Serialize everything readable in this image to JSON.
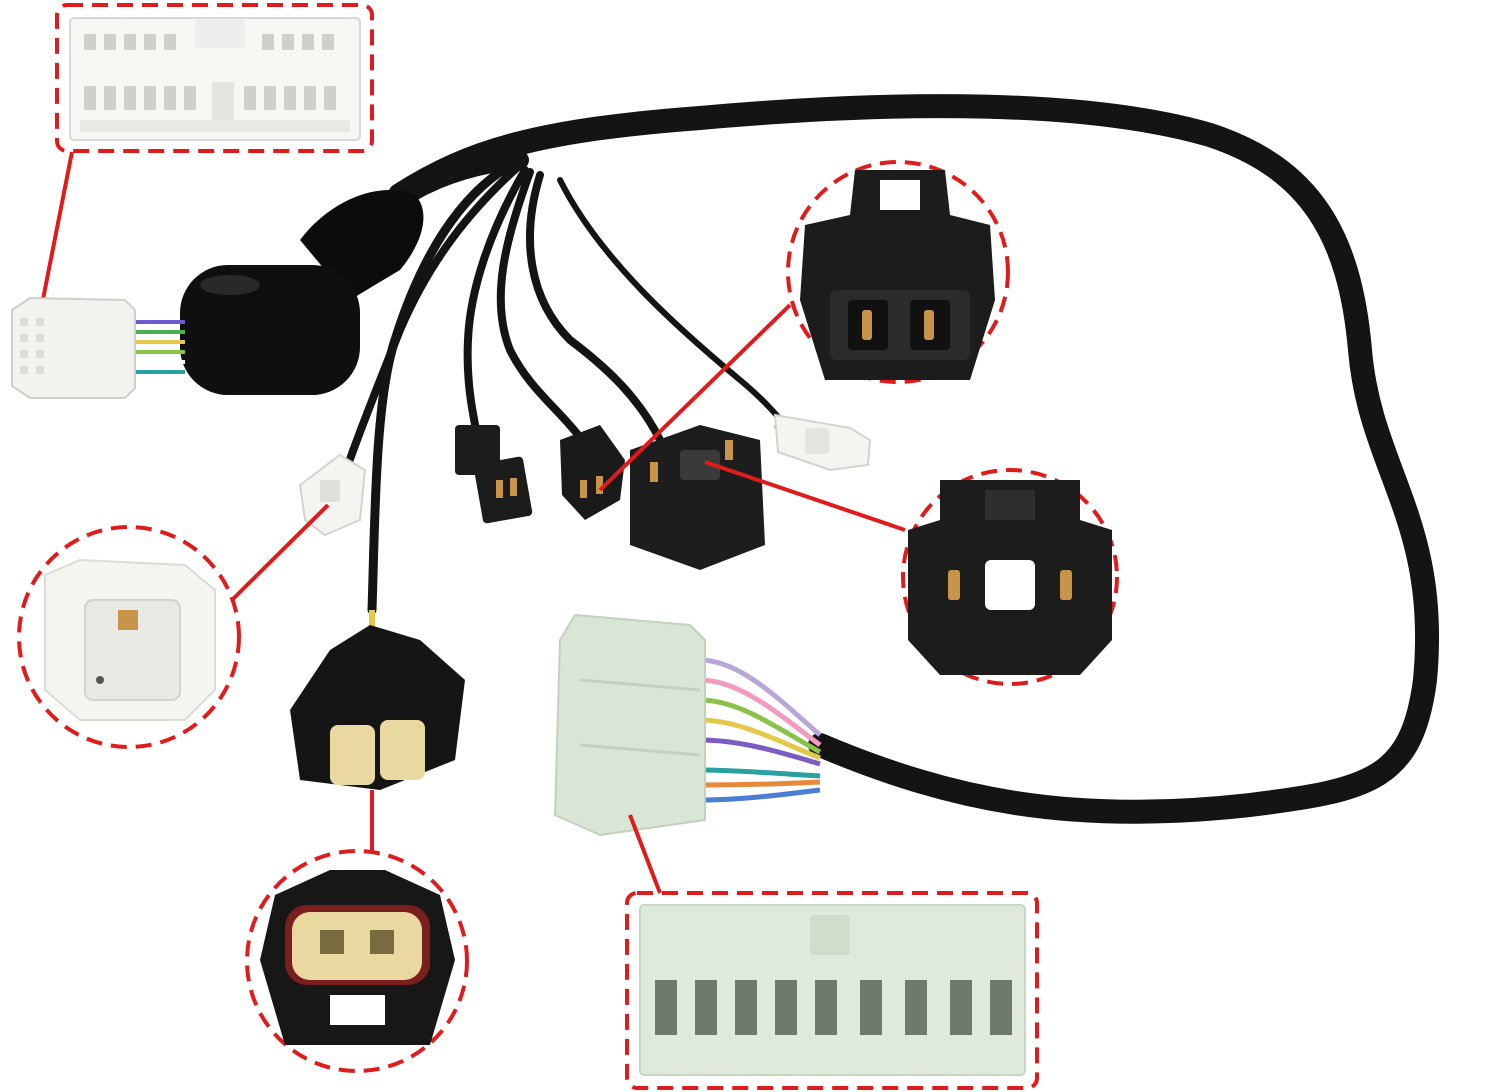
{
  "colors": {
    "background": "#ffffff",
    "callout_red": "#e01b1b",
    "wire_black": "#141414",
    "connector_black": "#1c1c1c",
    "connector_white": "#f4f4f0",
    "connector_mint": "#d9e6d6",
    "terminal_gold": "#c8944a",
    "seal_yellow": "#e9d9a0"
  },
  "callouts": [
    {
      "name": "white-multi-pin-connector-detail",
      "shape": "rounded-rect"
    },
    {
      "name": "black-two-pin-socket-detail",
      "shape": "circle"
    },
    {
      "name": "black-relay-socket-detail",
      "shape": "circle"
    },
    {
      "name": "white-small-plug-detail",
      "shape": "circle"
    },
    {
      "name": "black-sealed-two-pin-plug-detail",
      "shape": "circle"
    },
    {
      "name": "mint-multi-pin-connector-detail",
      "shape": "rounded-rect"
    }
  ]
}
